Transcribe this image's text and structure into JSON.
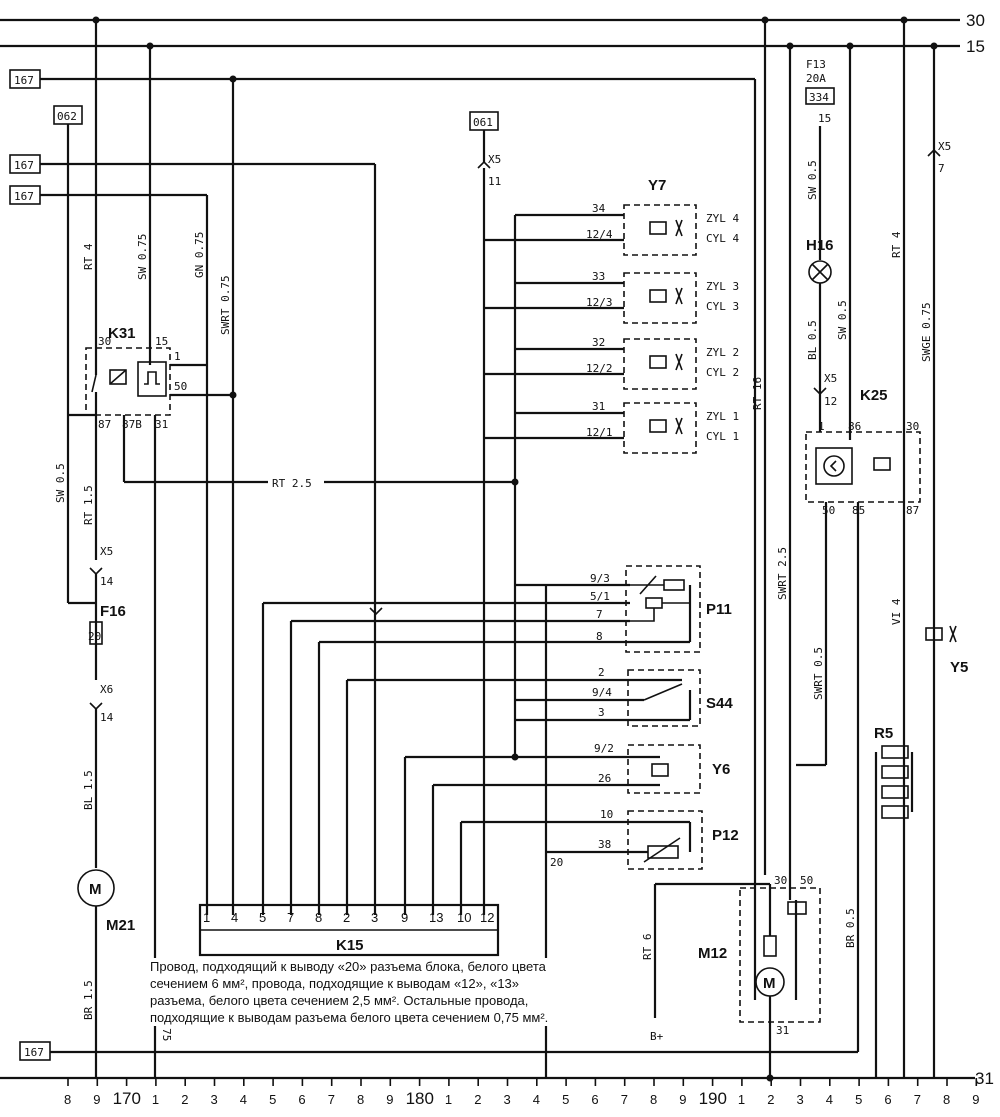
{
  "rails": {
    "top_30": "30",
    "top_15": "15",
    "bottom_31": "31"
  },
  "refs": {
    "r167": "167",
    "r062": "062",
    "r061": "061",
    "r334": "334"
  },
  "fuse_f13": {
    "name": "F13",
    "rating": "20A",
    "pin": "15"
  },
  "components": {
    "k31": "K31",
    "f16": "F16",
    "m21": "M21",
    "k15": "K15",
    "y7": "Y7",
    "p11": "P11",
    "s44": "S44",
    "y6": "Y6",
    "p12": "P12",
    "h16": "H16",
    "k25": "K25",
    "y5": "Y5",
    "r5": "R5",
    "m12": "M12"
  },
  "k31_pins": {
    "p30": "30",
    "p15": "15",
    "p1": "1",
    "p50": "50",
    "p87": "87",
    "p87b": "87B",
    "p31": "31"
  },
  "k25_pins": {
    "p1": "1",
    "p86": "86",
    "p30": "30",
    "p50": "50",
    "p85": "85",
    "p87": "87"
  },
  "m12_pins": {
    "p30": "30",
    "p50": "50",
    "p31": "31"
  },
  "connectors": {
    "x5_a": "X5",
    "x5_a_pin": "11",
    "x5_b": "X5",
    "x5_b_pin": "14",
    "x6": "X6",
    "x6_pin": "14",
    "x5_c": "X5",
    "x5_c_pin": "12",
    "x5_d": "X5",
    "x5_d_pin": "7",
    "f16_pin": "20",
    "k15_20": "20",
    "b_plus": "B+"
  },
  "wires": {
    "rt4_left": "RT 4",
    "sw075": "SW 0.75",
    "gn075": "GN 0.75",
    "swrt075": "SWRT 0.75",
    "sw05_left": "SW 0.5",
    "rt15": "RT 1.5",
    "bl15": "BL 1.5",
    "br15": "BR 1.5",
    "br075": "BR 0.75",
    "rt25": "RT 2.5",
    "rt16": "RT 16",
    "swrt25": "SWRT 2.5",
    "swrt05": "SWRT 0.5",
    "sw_top": "SW 0.5",
    "bl05": "BL 0.5",
    "sw05_right": "SW 0.5",
    "br05": "BR 0.5",
    "rt4_right": "RT 4",
    "vi4": "VI 4",
    "swge075": "SWGE 0.75",
    "rt6": "RT 6"
  },
  "y7_rows": [
    {
      "pin_a": "34",
      "pin_b": "12/4",
      "lbl_a": "ZYL 4",
      "lbl_b": "CYL 4"
    },
    {
      "pin_a": "33",
      "pin_b": "12/3",
      "lbl_a": "ZYL 3",
      "lbl_b": "CYL 3"
    },
    {
      "pin_a": "32",
      "pin_b": "12/2",
      "lbl_a": "ZYL 2",
      "lbl_b": "CYL 2"
    },
    {
      "pin_a": "31",
      "pin_b": "12/1",
      "lbl_a": "ZYL 1",
      "lbl_b": "CYL 1"
    }
  ],
  "p11_pins": [
    "9/3",
    "5/1",
    "7",
    "8"
  ],
  "s44_pins": [
    "2",
    "9/4",
    "3"
  ],
  "y6_pins": [
    "9/2",
    "26"
  ],
  "p12_pins": [
    "10",
    "38"
  ],
  "k15_pins": [
    "1",
    "4",
    "5",
    "7",
    "8",
    "2",
    "3",
    "9",
    "13",
    "10",
    "12"
  ],
  "scale": [
    "8",
    "9",
    "170",
    "1",
    "2",
    "3",
    "4",
    "5",
    "6",
    "7",
    "8",
    "9",
    "180",
    "1",
    "2",
    "3",
    "4",
    "5",
    "6",
    "7",
    "8",
    "9",
    "190",
    "1",
    "2",
    "3",
    "4",
    "5",
    "6",
    "7",
    "8",
    "9"
  ],
  "note": "Провод, подходящий к выводу «20» разъема блока, белого цвета сечением 6 мм², провода, подходящие к выводам «12», «13» разъема, белого цвета сечением 2,5 мм². Остальные провода, подходящие к выводам разъема белого цвета сечением 0,75 мм²."
}
